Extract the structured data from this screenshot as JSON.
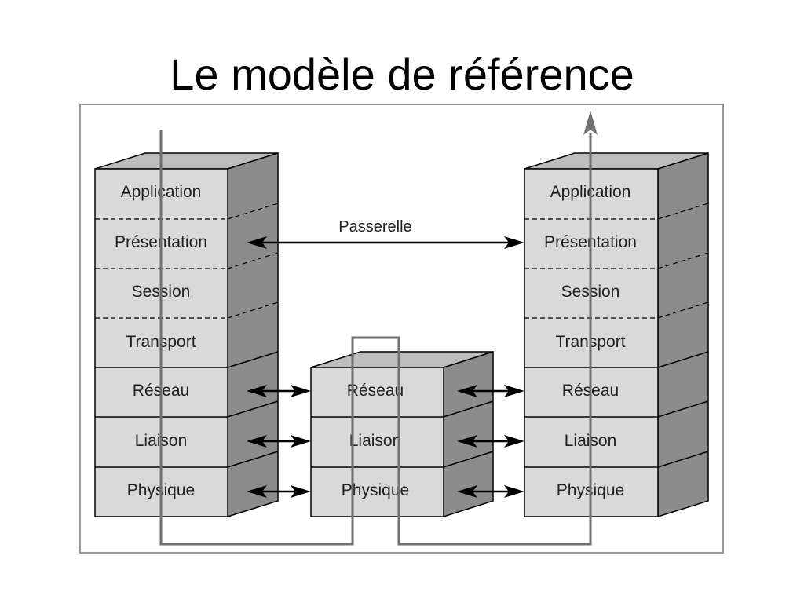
{
  "slide": {
    "title": "Le modèle de référence"
  },
  "diagram": {
    "left_stack": [
      "Application",
      "Présentation",
      "Session",
      "Transport",
      "Réseau",
      "Liaison",
      "Physique"
    ],
    "middle_stack": [
      "Réseau",
      "Liaison",
      "Physique"
    ],
    "right_stack": [
      "Application",
      "Présentation",
      "Session",
      "Transport",
      "Réseau",
      "Liaison",
      "Physique"
    ],
    "gateway_label": "Passerelle",
    "colors": {
      "front": "#d9d9d9",
      "side": "#8c8c8c",
      "top": "#bdbdbd",
      "flow_line": "#707070",
      "border": "#999999"
    }
  }
}
